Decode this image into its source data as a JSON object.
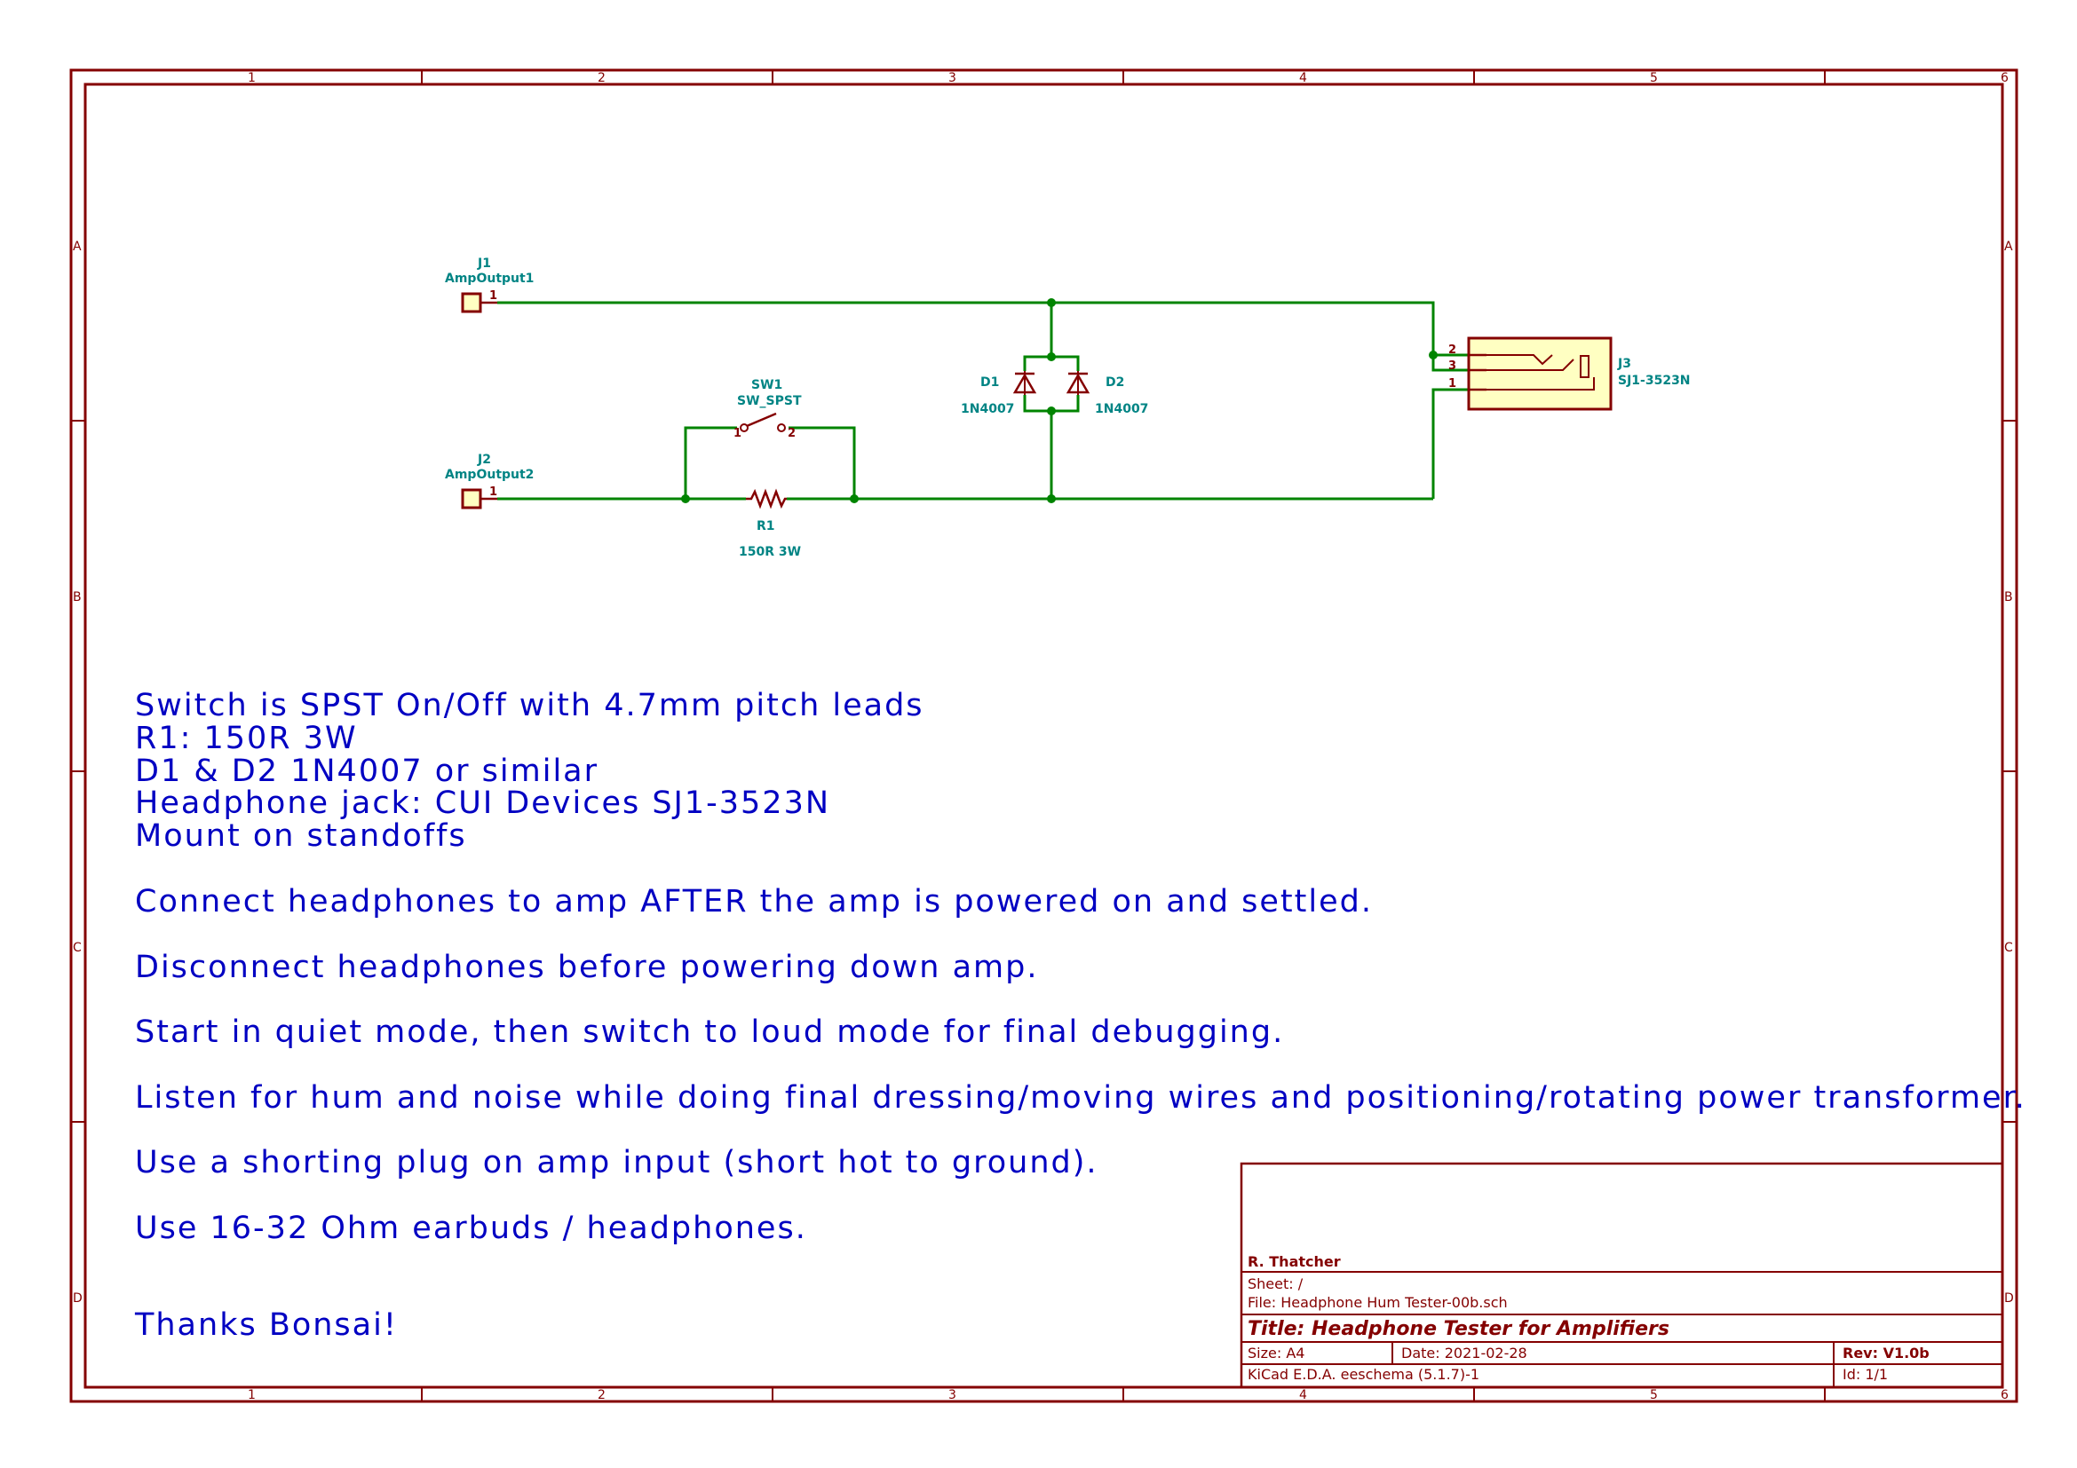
{
  "frame": {
    "zone_columns": [
      "1",
      "2",
      "3",
      "4",
      "5",
      "6"
    ],
    "zone_rows": [
      "A",
      "B",
      "C",
      "D"
    ]
  },
  "components": {
    "j1": {
      "ref": "J1",
      "value": "AmpOutput1",
      "pin": "1"
    },
    "j2": {
      "ref": "J2",
      "value": "AmpOutput2",
      "pin": "1"
    },
    "sw1": {
      "ref": "SW1",
      "value": "SW_SPST",
      "pin1": "1",
      "pin2": "2"
    },
    "r1": {
      "ref": "R1",
      "value": "150R 3W"
    },
    "d1": {
      "ref": "D1",
      "value": "1N4007"
    },
    "d2": {
      "ref": "D2",
      "value": "1N4007"
    },
    "j3": {
      "ref": "J3",
      "value": "SJ1-3523N",
      "pins": [
        "2",
        "3",
        "1"
      ]
    }
  },
  "notes": [
    "Switch is SPST On/Off with 4.7mm pitch leads",
    "R1: 150R 3W",
    "D1 & D2 1N4007 or similar",
    "Headphone jack: CUI Devices SJ1-3523N",
    "Mount on standoffs",
    "Connect headphones to amp AFTER the amp is powered on and settled.",
    "Disconnect headphones before powering down amp.",
    "Start in quiet mode, then switch to loud mode for final debugging.",
    "Listen for hum and noise while doing final dressing/moving wires and positioning/rotating power transformer.",
    "Use a shorting plug on amp input (short hot to ground).",
    "Use 16-32 Ohm earbuds / headphones.",
    "Thanks Bonsai!"
  ],
  "title_block": {
    "author": "R. Thatcher",
    "sheet": "Sheet: /",
    "file": "File: Headphone Hum Tester-00b.sch",
    "title": "Title: Headphone Tester for Amplifiers",
    "size": "Size: A4",
    "date": "Date: 2021-02-28",
    "rev": "Rev: V1.0b",
    "tool": "KiCad E.D.A.  eeschema (5.1.7)-1",
    "id": "Id: 1/1"
  }
}
